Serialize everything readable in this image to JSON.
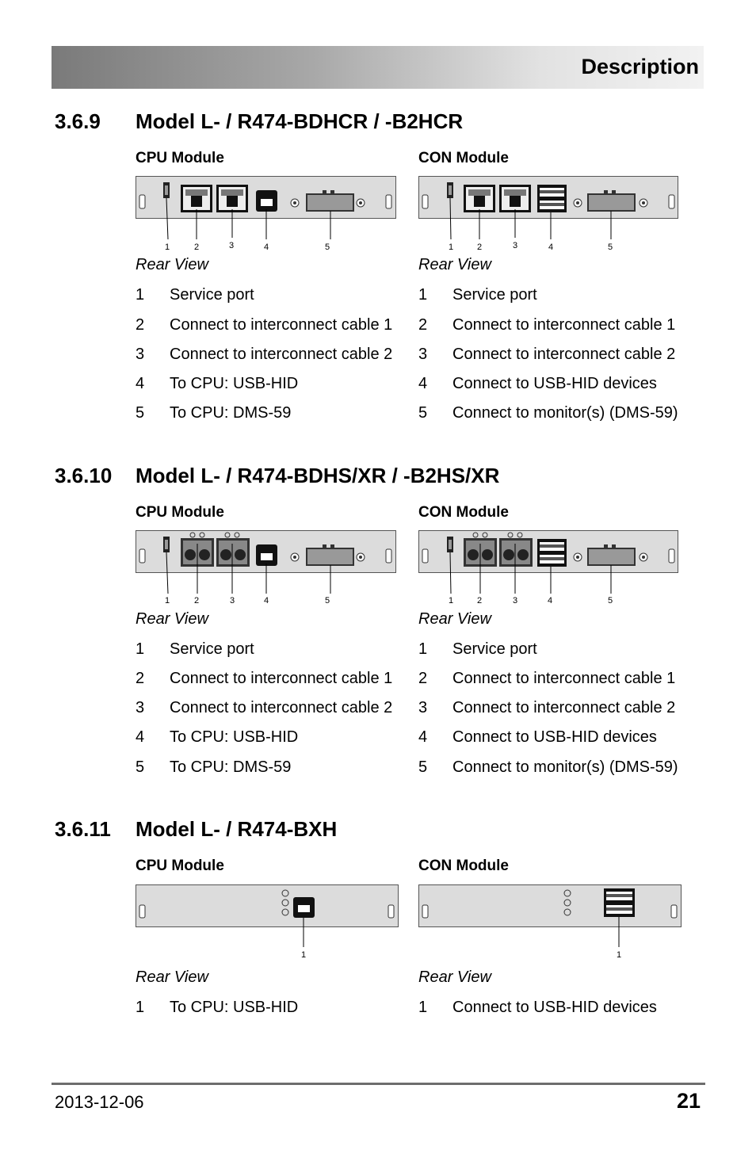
{
  "header": {
    "title": "Description"
  },
  "sections": [
    {
      "number": "3.6.9",
      "title": "Model L- / R474-BDHCR / -B2HCR",
      "cpu": {
        "label": "CPU Module",
        "rear_view": "Rear View",
        "callouts": [
          "1",
          "2",
          "3",
          "4",
          "5"
        ],
        "items": [
          {
            "n": "1",
            "text": "Service port"
          },
          {
            "n": "2",
            "text": "Connect to interconnect cable 1"
          },
          {
            "n": "3",
            "text": "Connect to interconnect cable 2"
          },
          {
            "n": "4",
            "text": "To CPU: USB-HID"
          },
          {
            "n": "5",
            "text": "To CPU: DMS-59"
          }
        ]
      },
      "con": {
        "label": "CON Module",
        "rear_view": "Rear View",
        "callouts": [
          "1",
          "2",
          "3",
          "4",
          "5"
        ],
        "items": [
          {
            "n": "1",
            "text": "Service port"
          },
          {
            "n": "2",
            "text": "Connect to interconnect cable 1"
          },
          {
            "n": "3",
            "text": "Connect to interconnect cable 2"
          },
          {
            "n": "4",
            "text": "Connect to USB-HID devices"
          },
          {
            "n": "5",
            "text": "Connect to monitor(s) (DMS-59)"
          }
        ]
      }
    },
    {
      "number": "3.6.10",
      "title": "Model L- / R474-BDHS/XR / -B2HS/XR",
      "cpu": {
        "label": "CPU Module",
        "rear_view": "Rear View",
        "callouts": [
          "1",
          "2",
          "3",
          "4",
          "5"
        ],
        "items": [
          {
            "n": "1",
            "text": "Service port"
          },
          {
            "n": "2",
            "text": "Connect to interconnect cable 1"
          },
          {
            "n": "3",
            "text": "Connect to interconnect cable 2"
          },
          {
            "n": "4",
            "text": "To CPU: USB-HID"
          },
          {
            "n": "5",
            "text": "To CPU: DMS-59"
          }
        ]
      },
      "con": {
        "label": "CON Module",
        "rear_view": "Rear View",
        "callouts": [
          "1",
          "2",
          "3",
          "4",
          "5"
        ],
        "items": [
          {
            "n": "1",
            "text": "Service port"
          },
          {
            "n": "2",
            "text": "Connect to interconnect cable 1"
          },
          {
            "n": "3",
            "text": "Connect to interconnect cable 2"
          },
          {
            "n": "4",
            "text": "Connect to USB-HID devices"
          },
          {
            "n": "5",
            "text": "Connect to monitor(s) (DMS-59)"
          }
        ]
      }
    },
    {
      "number": "3.6.11",
      "title": "Model L- / R474-BXH",
      "cpu": {
        "label": "CPU Module",
        "rear_view": "Rear View",
        "callouts": [
          "1"
        ],
        "items": [
          {
            "n": "1",
            "text": "To CPU: USB-HID"
          }
        ]
      },
      "con": {
        "label": "CON Module",
        "rear_view": "Rear View",
        "callouts": [
          "1"
        ],
        "items": [
          {
            "n": "1",
            "text": "Connect to USB-HID devices"
          }
        ]
      }
    }
  ],
  "footer": {
    "date": "2013-12-06",
    "page": "21"
  }
}
